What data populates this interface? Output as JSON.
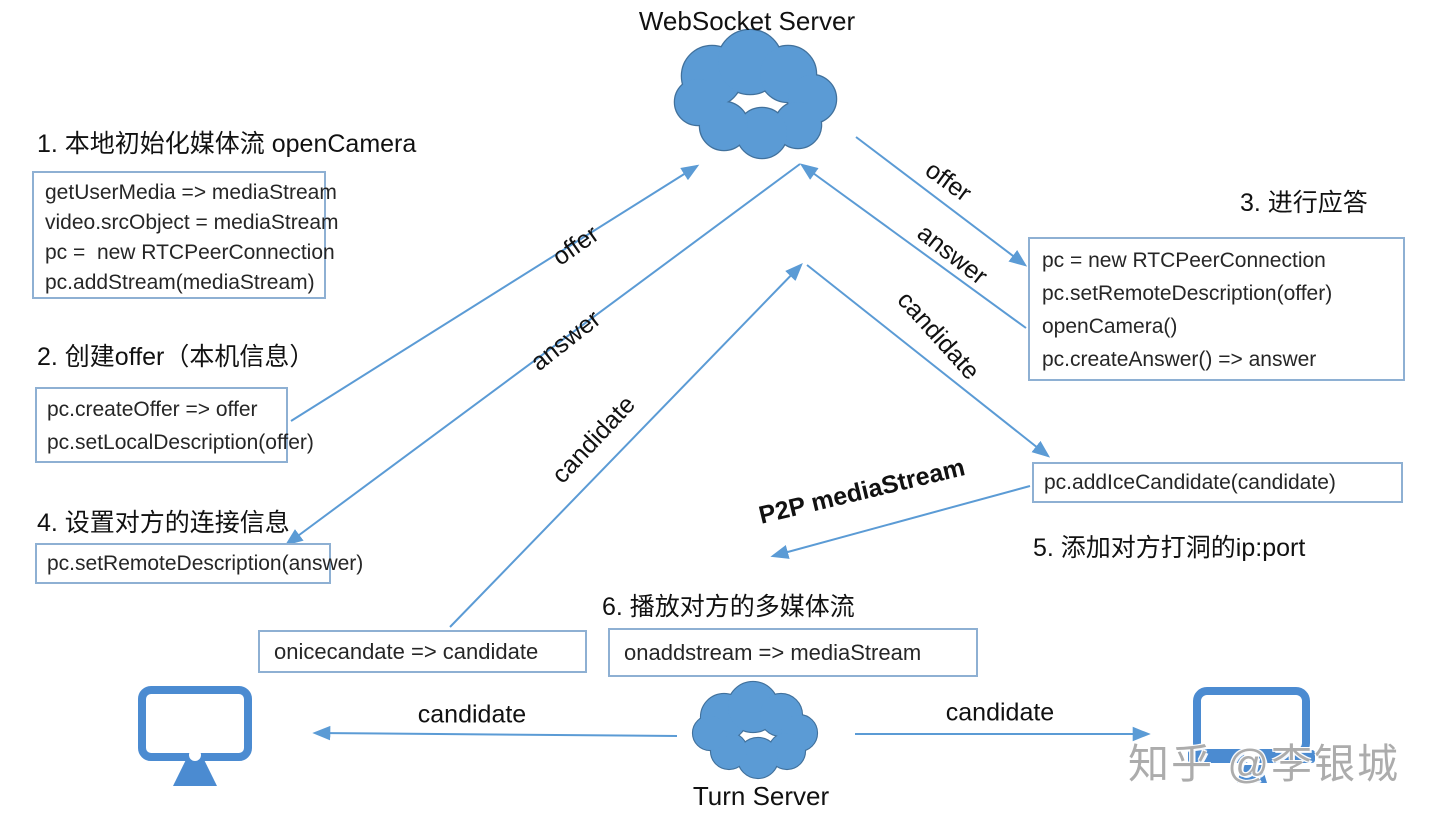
{
  "colors": {
    "accent_blue": "#5B9BD5",
    "cloud_fill": "#5B9BD5",
    "cloud_outline": "#41719C",
    "box_border": "#8EB0D3",
    "monitor_blue": "#4b8bd1",
    "text": "#111111",
    "watermark_gray": "#a8a8a8"
  },
  "nodes": {
    "websocket_server": {
      "label": "WebSocket Server"
    },
    "turn_server": {
      "label": "Turn Server"
    }
  },
  "steps": {
    "s1": "1. 本地初始化媒体流 openCamera",
    "s2": "2. 创建offer（本机信息）",
    "s3": "3. 进行应答",
    "s4": "4. 设置对方的连接信息",
    "s5": "5. 添加对方打洞的ip:port",
    "s6": "6. 播放对方的多媒体流"
  },
  "boxes": {
    "local_init": {
      "lines": [
        "getUserMedia => mediaStream",
        "video.srcObject = mediaStream",
        "pc =  new RTCPeerConnection",
        "pc.addStream(mediaStream)"
      ]
    },
    "create_offer": {
      "lines": [
        "pc.createOffer => offer",
        "pc.setLocalDescription(offer)"
      ]
    },
    "answer_peer": {
      "lines": [
        "pc = new RTCPeerConnection",
        "pc.setRemoteDescription(offer)",
        "openCamera()",
        "pc.createAnswer() => answer"
      ]
    },
    "set_remote": {
      "lines": [
        "pc.setRemoteDescription(answer)"
      ]
    },
    "add_ice": {
      "lines": [
        "pc.addIceCandidate(candidate)"
      ]
    },
    "onicecandidate": {
      "lines": [
        "onicecandate => candidate"
      ]
    },
    "onaddstream": {
      "lines": [
        "onaddstream => mediaStream"
      ]
    }
  },
  "edges": {
    "offer_up_left": "offer",
    "answer_down_left": "answer",
    "candidate_up_left": "candidate",
    "offer_down_right": "offer",
    "answer_up_right": "answer",
    "candidate_down_right": "candidate",
    "p2p": "P2P mediaStream",
    "candidate_bottom_left": "candidate",
    "candidate_bottom_right": "candidate"
  },
  "watermark": "知乎 @李银城"
}
